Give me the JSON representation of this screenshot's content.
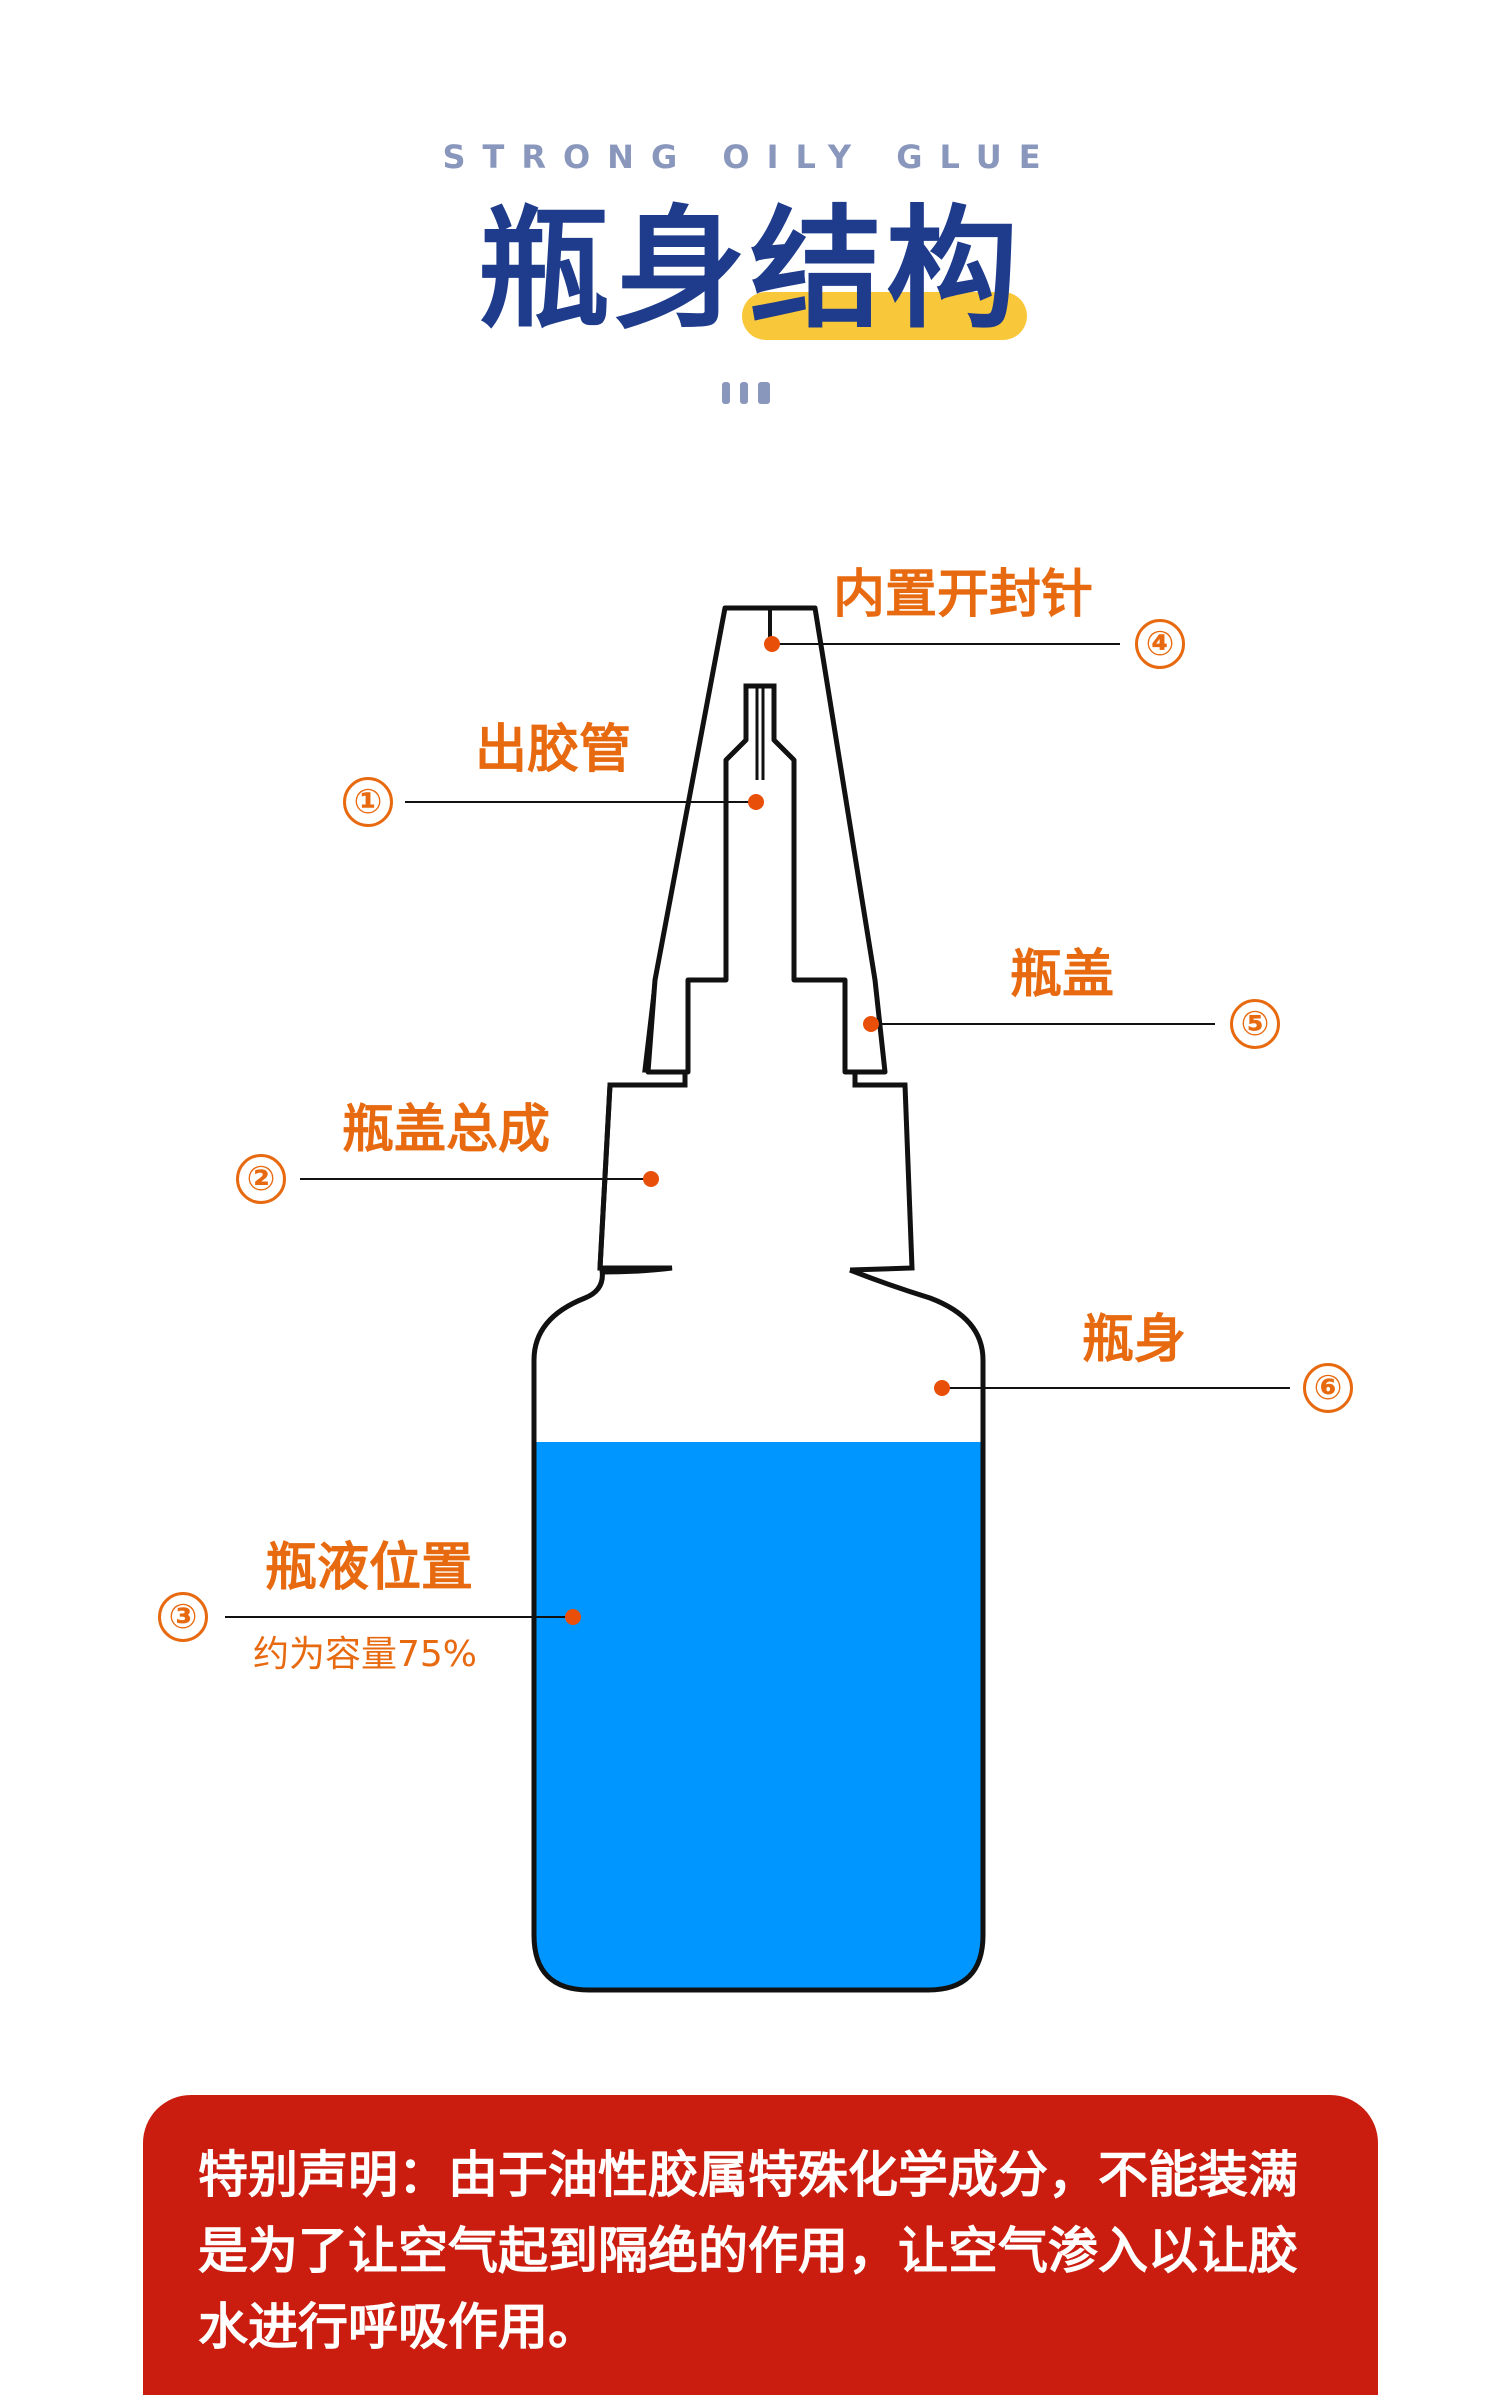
{
  "header": {
    "subtitle": "STRONG OILY GLUE",
    "title": "瓶身结构"
  },
  "colors": {
    "title": "#1f3c8c",
    "highlight": "#f9c83a",
    "accent": "#e86a10",
    "liquid": "#0096ff",
    "notice_bg": "#cb1d0f"
  },
  "diagram": {
    "parts": [
      {
        "num": "①",
        "label": "出胶管"
      },
      {
        "num": "②",
        "label": "瓶盖总成"
      },
      {
        "num": "③",
        "label": "瓶液位置",
        "sub": "约为容量75%"
      },
      {
        "num": "④",
        "label": "内置开封针"
      },
      {
        "num": "⑤",
        "label": "瓶盖"
      },
      {
        "num": "⑥",
        "label": "瓶身"
      }
    ],
    "fill_level_fraction": 0.75
  },
  "notice": {
    "text": "特别声明：由于油性胶属特殊化学成分，不能装满是为了让空气起到隔绝的作用，让空气渗入以让胶水进行呼吸作用。"
  }
}
